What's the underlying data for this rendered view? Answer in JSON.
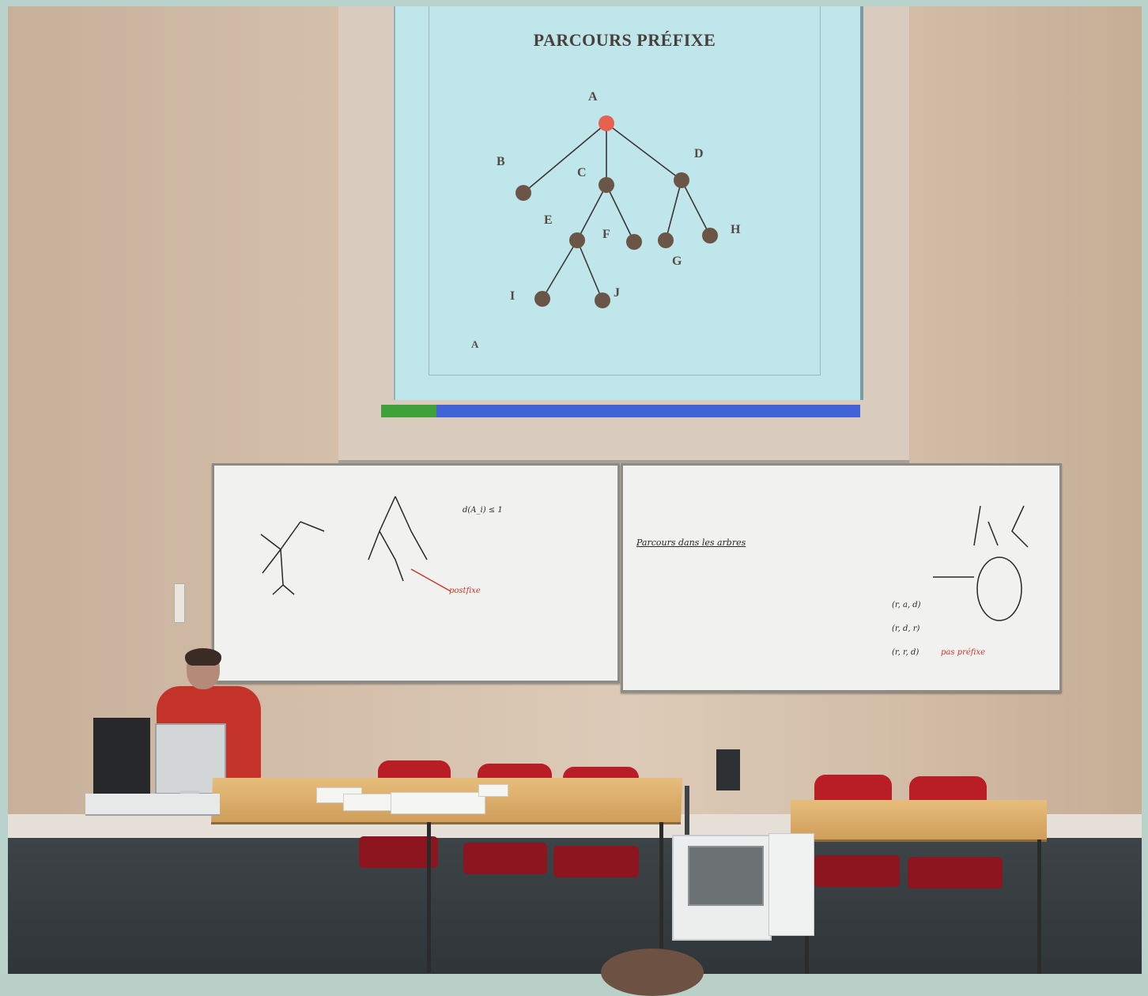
{
  "slide": {
    "title": "PARCOURS PRÉFIXE",
    "footer_label": "A",
    "nodes": [
      {
        "id": "A",
        "label": "A",
        "highlighted": true
      },
      {
        "id": "B",
        "label": "B",
        "highlighted": false
      },
      {
        "id": "C",
        "label": "C",
        "highlighted": false
      },
      {
        "id": "D",
        "label": "D",
        "highlighted": false
      },
      {
        "id": "E",
        "label": "E",
        "highlighted": false
      },
      {
        "id": "F",
        "label": "F",
        "highlighted": false
      },
      {
        "id": "G",
        "label": "G",
        "highlighted": false
      },
      {
        "id": "H",
        "label": "H",
        "highlighted": false
      },
      {
        "id": "I",
        "label": "I",
        "highlighted": false
      },
      {
        "id": "J",
        "label": "J",
        "highlighted": false
      }
    ],
    "edges": [
      [
        "A",
        "B"
      ],
      [
        "A",
        "C"
      ],
      [
        "A",
        "D"
      ],
      [
        "C",
        "E"
      ],
      [
        "C",
        "F"
      ],
      [
        "D",
        "G"
      ],
      [
        "D",
        "H"
      ],
      [
        "E",
        "I"
      ],
      [
        "E",
        "J"
      ]
    ],
    "colors": {
      "background": "#bfe6ea",
      "node": "#6b5546",
      "highlight": "#e8614f",
      "edge": "#3e3530"
    }
  },
  "whiteboard_right": {
    "heading_line": "Parcours dans les arbres",
    "rows": [
      "(r, a, d)",
      "(r, d, r)",
      "(r, r, d)"
    ],
    "red_note": "pas préfixe"
  },
  "whiteboard_left": {
    "formula": "d(A_i) ≤ 1",
    "red_note": "postfixe"
  }
}
